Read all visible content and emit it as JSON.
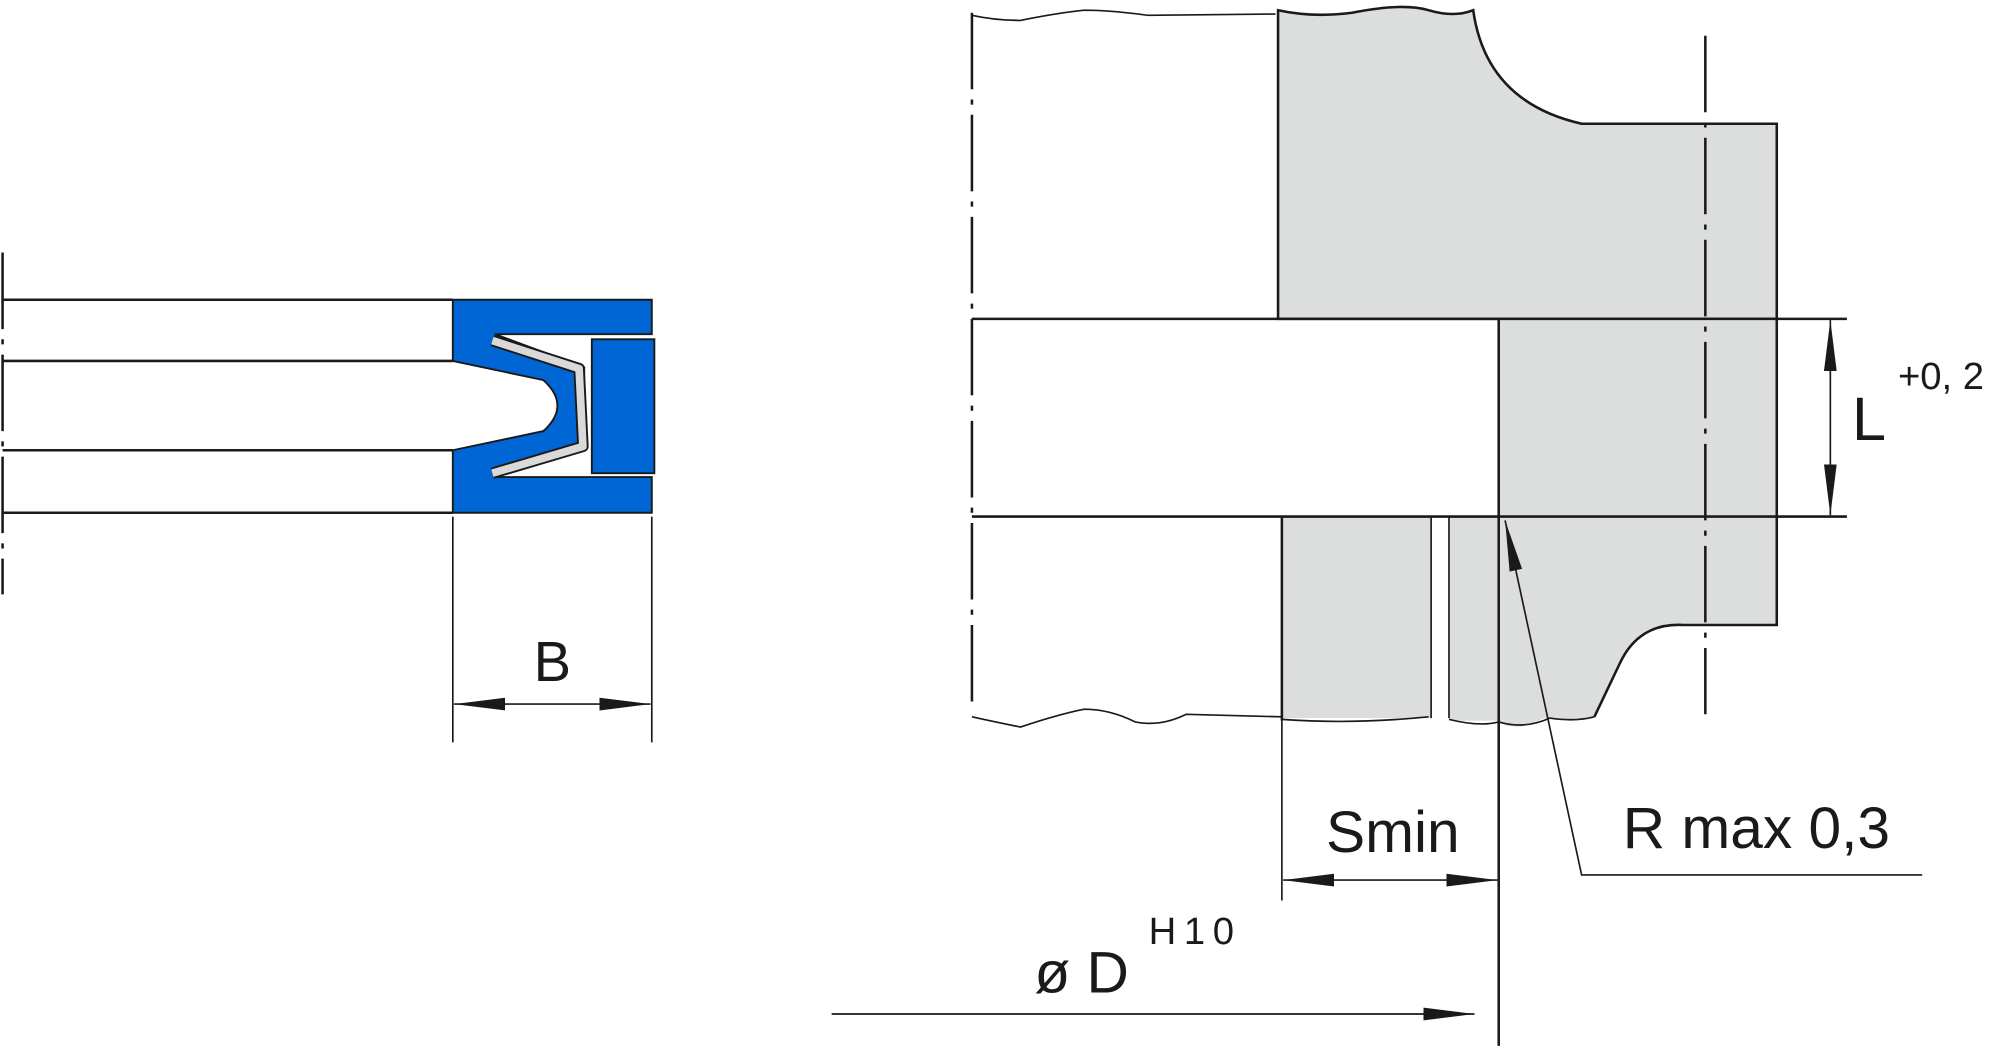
{
  "labels": {
    "seal_width": "B",
    "groove_length": "L",
    "groove_length_tolerance": "+0, 2",
    "min_distance": "Smin",
    "radius": "R max 0,3",
    "diameter": "ø D",
    "diameter_tolerance": "H10"
  },
  "colors": {
    "seal": "#0066d6",
    "spring": "#d9d9d9",
    "housing": "#dcdddd",
    "line": "#1a1a1a"
  }
}
